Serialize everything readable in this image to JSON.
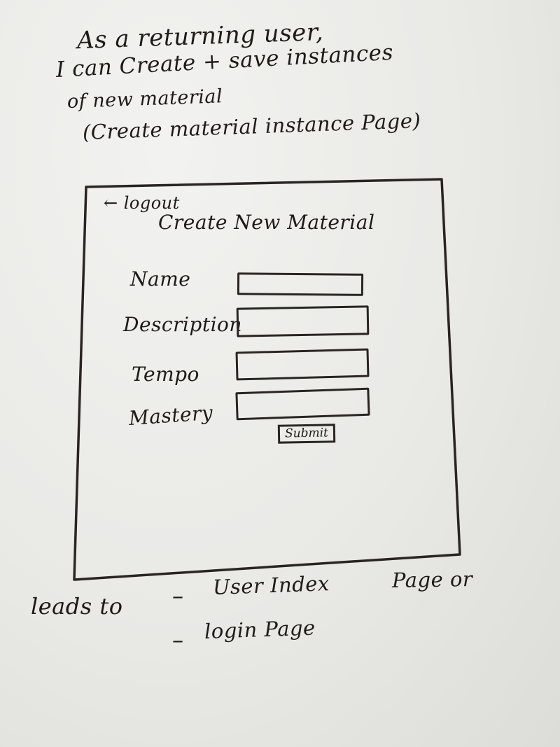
{
  "story": {
    "line1": "As a returning user,",
    "line2": "I can Create + save instances",
    "line3": "of new material",
    "line4": "(Create material instance Page)"
  },
  "wireframe": {
    "logout_label": "← logout",
    "heading": "Create New Material",
    "fields": [
      {
        "label": "Name",
        "value": ""
      },
      {
        "label": "Description",
        "value": ""
      },
      {
        "label": "Tempo",
        "value": ""
      },
      {
        "label": "Mastery",
        "value": ""
      }
    ],
    "submit_label": "Submit"
  },
  "navigation": {
    "leads_to": "leads to",
    "dash": "–",
    "destinations": [
      "User Index",
      "login Page"
    ],
    "connector": "Page or"
  },
  "colors": {
    "ink": "#1e1a18",
    "whiteboard": "#e9e9e6"
  }
}
